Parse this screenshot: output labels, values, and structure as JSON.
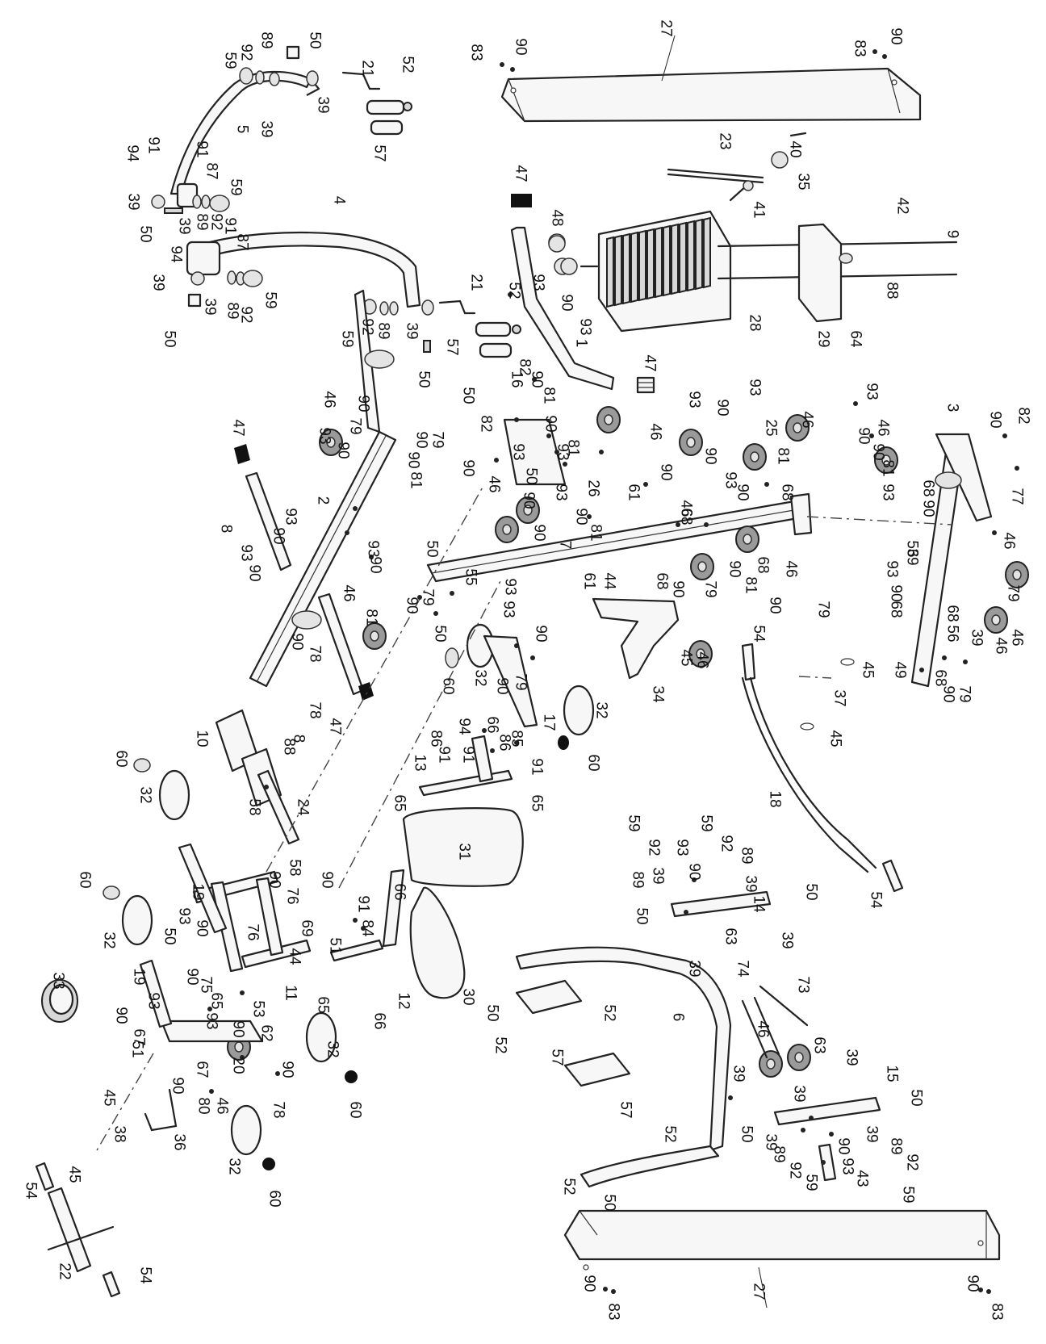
{
  "callouts": [
    {
      "id": "c-27-top",
      "text": "27"
    },
    {
      "id": "c-90-tr",
      "text": "90"
    },
    {
      "id": "c-83-tr",
      "text": "83"
    },
    {
      "id": "c-83-tl",
      "text": "83"
    },
    {
      "id": "c-90-tl",
      "text": "90"
    },
    {
      "id": "c-50-a",
      "text": "50"
    },
    {
      "id": "c-89-a",
      "text": "89"
    },
    {
      "id": "c-92-a",
      "text": "92"
    },
    {
      "id": "c-59-a",
      "text": "59"
    },
    {
      "id": "c-39-a",
      "text": "39"
    },
    {
      "id": "c-39-b",
      "text": "39"
    },
    {
      "id": "c-5",
      "text": "5"
    },
    {
      "id": "c-94-a",
      "text": "94"
    },
    {
      "id": "c-91-a",
      "text": "91"
    },
    {
      "id": "c-91-b",
      "text": "91"
    },
    {
      "id": "c-87-a",
      "text": "87"
    },
    {
      "id": "c-59-b",
      "text": "59"
    },
    {
      "id": "c-39-c",
      "text": "39"
    },
    {
      "id": "c-50-b",
      "text": "50"
    },
    {
      "id": "c-39-d",
      "text": "39"
    },
    {
      "id": "c-89-b",
      "text": "89"
    },
    {
      "id": "c-92-b",
      "text": "92"
    },
    {
      "id": "c-91-c",
      "text": "91"
    },
    {
      "id": "c-87-b",
      "text": "87"
    },
    {
      "id": "c-94-b",
      "text": "94"
    },
    {
      "id": "c-39-e",
      "text": "39"
    },
    {
      "id": "c-50-c",
      "text": "50"
    },
    {
      "id": "c-39-f",
      "text": "39"
    },
    {
      "id": "c-89-c",
      "text": "89"
    },
    {
      "id": "c-92-c",
      "text": "92"
    },
    {
      "id": "c-59-c",
      "text": "59"
    },
    {
      "id": "c-4",
      "text": "4"
    },
    {
      "id": "c-59-d",
      "text": "59"
    },
    {
      "id": "c-92-d",
      "text": "92"
    },
    {
      "id": "c-89-d",
      "text": "89"
    },
    {
      "id": "c-39-g",
      "text": "39"
    },
    {
      "id": "c-50-d",
      "text": "50"
    },
    {
      "id": "c-21-a",
      "text": "21"
    },
    {
      "id": "c-52-a",
      "text": "52"
    },
    {
      "id": "c-57-a",
      "text": "57"
    },
    {
      "id": "c-47-a",
      "text": "47"
    },
    {
      "id": "c-23",
      "text": "23"
    },
    {
      "id": "c-40",
      "text": "40"
    },
    {
      "id": "c-35",
      "text": "35"
    },
    {
      "id": "c-41",
      "text": "41"
    },
    {
      "id": "c-42",
      "text": "42"
    },
    {
      "id": "c-9",
      "text": "9"
    },
    {
      "id": "c-48",
      "text": "48"
    },
    {
      "id": "c-28",
      "text": "28"
    },
    {
      "id": "c-29",
      "text": "29"
    },
    {
      "id": "c-64",
      "text": "64"
    },
    {
      "id": "c-88-a",
      "text": "88"
    },
    {
      "id": "c-21-b",
      "text": "21"
    },
    {
      "id": "c-52-b",
      "text": "52"
    },
    {
      "id": "c-57-b",
      "text": "57"
    },
    {
      "id": "c-93-a",
      "text": "93"
    },
    {
      "id": "c-90-a",
      "text": "90"
    },
    {
      "id": "c-93-b",
      "text": "93"
    },
    {
      "id": "c-1",
      "text": "1"
    },
    {
      "id": "c-82-a",
      "text": "82"
    },
    {
      "id": "c-90-b",
      "text": "90"
    },
    {
      "id": "c-81-a",
      "text": "81"
    },
    {
      "id": "c-47-b",
      "text": "47"
    },
    {
      "id": "c-46-a",
      "text": "46"
    },
    {
      "id": "c-90-c",
      "text": "90"
    },
    {
      "id": "c-79-a",
      "text": "79"
    },
    {
      "id": "c-93-c",
      "text": "93"
    },
    {
      "id": "c-90-d",
      "text": "90"
    },
    {
      "id": "c-47-c",
      "text": "47"
    },
    {
      "id": "c-2",
      "text": "2"
    },
    {
      "id": "c-90-e",
      "text": "90"
    },
    {
      "id": "c-79-b",
      "text": "79"
    },
    {
      "id": "c-90-f",
      "text": "90"
    },
    {
      "id": "c-81-b",
      "text": "81"
    },
    {
      "id": "c-8-a",
      "text": "8"
    },
    {
      "id": "c-93-d",
      "text": "93"
    },
    {
      "id": "c-90-g",
      "text": "90"
    },
    {
      "id": "c-93-e",
      "text": "93"
    },
    {
      "id": "c-90-h",
      "text": "90"
    },
    {
      "id": "c-50-e",
      "text": "50"
    },
    {
      "id": "c-16",
      "text": "16"
    },
    {
      "id": "c-82-b",
      "text": "82"
    },
    {
      "id": "c-90-i",
      "text": "90"
    },
    {
      "id": "c-93-f",
      "text": "93"
    },
    {
      "id": "c-90-j",
      "text": "90"
    },
    {
      "id": "c-81-c",
      "text": "81"
    },
    {
      "id": "c-50-f",
      "text": "50"
    },
    {
      "id": "c-90-k",
      "text": "90"
    },
    {
      "id": "c-93-g",
      "text": "93"
    },
    {
      "id": "c-46-b",
      "text": "46"
    },
    {
      "id": "c-46-c",
      "text": "46"
    },
    {
      "id": "c-26",
      "text": "26"
    },
    {
      "id": "c-61-a",
      "text": "61"
    },
    {
      "id": "c-81-d",
      "text": "81"
    },
    {
      "id": "c-90-l",
      "text": "90"
    },
    {
      "id": "c-93-h",
      "text": "93"
    },
    {
      "id": "c-90-m",
      "text": "90"
    },
    {
      "id": "c-93-i",
      "text": "93"
    },
    {
      "id": "c-90-n",
      "text": "90"
    },
    {
      "id": "c-25",
      "text": "25"
    },
    {
      "id": "c-93-j",
      "text": "93"
    },
    {
      "id": "c-90-o",
      "text": "90"
    },
    {
      "id": "c-81-e",
      "text": "81"
    },
    {
      "id": "c-46-d",
      "text": "46"
    },
    {
      "id": "c-90-p",
      "text": "90"
    },
    {
      "id": "c-68-a",
      "text": "68"
    },
    {
      "id": "c-46-e",
      "text": "46"
    },
    {
      "id": "c-93-k",
      "text": "93"
    },
    {
      "id": "c-90-q",
      "text": "90"
    },
    {
      "id": "c-68-b",
      "text": "68"
    },
    {
      "id": "c-68-c",
      "text": "68"
    },
    {
      "id": "c-90-r",
      "text": "90"
    },
    {
      "id": "c-79-c",
      "text": "79"
    },
    {
      "id": "c-46-f",
      "text": "46"
    },
    {
      "id": "c-7",
      "text": "7"
    },
    {
      "id": "c-61-b",
      "text": "61"
    },
    {
      "id": "c-44-a",
      "text": "44"
    },
    {
      "id": "c-90-s",
      "text": "90"
    },
    {
      "id": "c-81-f",
      "text": "81"
    },
    {
      "id": "c-68-d",
      "text": "68"
    },
    {
      "id": "c-46-g",
      "text": "46"
    },
    {
      "id": "c-90-t",
      "text": "90"
    },
    {
      "id": "c-79-d",
      "text": "79"
    },
    {
      "id": "c-3",
      "text": "3"
    },
    {
      "id": "c-82-c",
      "text": "82"
    },
    {
      "id": "c-90-u",
      "text": "90"
    },
    {
      "id": "c-90-v",
      "text": "90"
    },
    {
      "id": "c-81-g",
      "text": "81"
    },
    {
      "id": "c-46-h",
      "text": "46"
    },
    {
      "id": "c-90-w",
      "text": "90"
    },
    {
      "id": "c-93-l",
      "text": "93"
    },
    {
      "id": "c-46-i",
      "text": "46"
    },
    {
      "id": "c-93-m",
      "text": "93"
    },
    {
      "id": "c-68-e",
      "text": "68"
    },
    {
      "id": "c-77",
      "text": "77"
    },
    {
      "id": "c-90-x",
      "text": "90"
    },
    {
      "id": "c-56-a",
      "text": "56"
    },
    {
      "id": "c-39-h",
      "text": "39"
    },
    {
      "id": "c-93-n",
      "text": "93"
    },
    {
      "id": "c-90-y",
      "text": "90"
    },
    {
      "id": "c-68-f",
      "text": "68"
    },
    {
      "id": "c-79-e",
      "text": "79"
    },
    {
      "id": "c-46-j",
      "text": "46"
    },
    {
      "id": "c-68-g",
      "text": "68"
    },
    {
      "id": "c-39-i",
      "text": "39"
    },
    {
      "id": "c-56-b",
      "text": "56"
    },
    {
      "id": "c-46-k",
      "text": "46"
    },
    {
      "id": "c-49",
      "text": "49"
    },
    {
      "id": "c-68-h",
      "text": "68"
    },
    {
      "id": "c-90-z",
      "text": "90"
    },
    {
      "id": "c-79-f",
      "text": "79"
    },
    {
      "id": "c-50-g",
      "text": "50"
    },
    {
      "id": "c-55",
      "text": "55"
    },
    {
      "id": "c-93-o",
      "text": "93"
    },
    {
      "id": "c-90-aa",
      "text": "90"
    },
    {
      "id": "c-79-g",
      "text": "79"
    },
    {
      "id": "c-93-p",
      "text": "93"
    },
    {
      "id": "c-90-ab",
      "text": "90"
    },
    {
      "id": "c-46-l",
      "text": "46"
    },
    {
      "id": "c-81-h",
      "text": "81"
    },
    {
      "id": "c-90-ac",
      "text": "90"
    },
    {
      "id": "c-78-a",
      "text": "78"
    },
    {
      "id": "c-78-b",
      "text": "78"
    },
    {
      "id": "c-8-b",
      "text": "8"
    },
    {
      "id": "c-47-d",
      "text": "47"
    },
    {
      "id": "c-50-h",
      "text": "50"
    },
    {
      "id": "c-60-a",
      "text": "60"
    },
    {
      "id": "c-32-a",
      "text": "32"
    },
    {
      "id": "c-90-ad",
      "text": "90"
    },
    {
      "id": "c-90-ae",
      "text": "90"
    },
    {
      "id": "c-79-h",
      "text": "79"
    },
    {
      "id": "c-17",
      "text": "17"
    },
    {
      "id": "c-93-q",
      "text": "93"
    },
    {
      "id": "c-32-b",
      "text": "32"
    },
    {
      "id": "c-60-b",
      "text": "60"
    },
    {
      "id": "c-34",
      "text": "34"
    },
    {
      "id": "c-45-a",
      "text": "45"
    },
    {
      "id": "c-54-a",
      "text": "54"
    },
    {
      "id": "c-45-b",
      "text": "45"
    },
    {
      "id": "c-37",
      "text": "37"
    },
    {
      "id": "c-45-c",
      "text": "45"
    },
    {
      "id": "c-18",
      "text": "18"
    },
    {
      "id": "c-54-b",
      "text": "54"
    },
    {
      "id": "c-10",
      "text": "10"
    },
    {
      "id": "c-88-b",
      "text": "88"
    },
    {
      "id": "c-60-c",
      "text": "60"
    },
    {
      "id": "c-32-c",
      "text": "32"
    },
    {
      "id": "c-58-a",
      "text": "58"
    },
    {
      "id": "c-24",
      "text": "24"
    },
    {
      "id": "c-58-b",
      "text": "58"
    },
    {
      "id": "c-13",
      "text": "13"
    },
    {
      "id": "c-86-a",
      "text": "86"
    },
    {
      "id": "c-91-d",
      "text": "91"
    },
    {
      "id": "c-94-c",
      "text": "94"
    },
    {
      "id": "c-91-e",
      "text": "91"
    },
    {
      "id": "c-66-a",
      "text": "66"
    },
    {
      "id": "c-86-b",
      "text": "86"
    },
    {
      "id": "c-85",
      "text": "85"
    },
    {
      "id": "c-91-f",
      "text": "91"
    },
    {
      "id": "c-65-a",
      "text": "65"
    },
    {
      "id": "c-65-b",
      "text": "65"
    },
    {
      "id": "c-31",
      "text": "31"
    },
    {
      "id": "c-66-b",
      "text": "66"
    },
    {
      "id": "c-91-g",
      "text": "91"
    },
    {
      "id": "c-84",
      "text": "84"
    },
    {
      "id": "c-51-a",
      "text": "51"
    },
    {
      "id": "c-30",
      "text": "30"
    },
    {
      "id": "c-12",
      "text": "12"
    },
    {
      "id": "c-66-c",
      "text": "66"
    },
    {
      "id": "c-65-c",
      "text": "65"
    },
    {
      "id": "c-44-b",
      "text": "44"
    },
    {
      "id": "c-69",
      "text": "69"
    },
    {
      "id": "c-11",
      "text": "11"
    },
    {
      "id": "c-90-af",
      "text": "90"
    },
    {
      "id": "c-76-a",
      "text": "76"
    },
    {
      "id": "c-76-b",
      "text": "76"
    },
    {
      "id": "c-90-ag",
      "text": "90"
    },
    {
      "id": "c-19-a",
      "text": "19"
    },
    {
      "id": "c-60-d",
      "text": "60"
    },
    {
      "id": "c-93-r",
      "text": "93"
    },
    {
      "id": "c-90-ah",
      "text": "90"
    },
    {
      "id": "c-50-i",
      "text": "50"
    },
    {
      "id": "c-32-d",
      "text": "32"
    },
    {
      "id": "c-19-b",
      "text": "19"
    },
    {
      "id": "c-90-ai",
      "text": "90"
    },
    {
      "id": "c-75",
      "text": "75"
    },
    {
      "id": "c-33",
      "text": "33"
    },
    {
      "id": "c-93-s",
      "text": "93"
    },
    {
      "id": "c-90-aj",
      "text": "90"
    },
    {
      "id": "c-65-d",
      "text": "65"
    },
    {
      "id": "c-93-t",
      "text": "93"
    },
    {
      "id": "c-53",
      "text": "53"
    },
    {
      "id": "c-90-ak",
      "text": "90"
    },
    {
      "id": "c-62",
      "text": "62"
    },
    {
      "id": "c-67-a",
      "text": "67"
    },
    {
      "id": "c-51-b",
      "text": "51"
    },
    {
      "id": "c-20",
      "text": "20"
    },
    {
      "id": "c-90-al",
      "text": "90"
    },
    {
      "id": "c-78-c",
      "text": "78"
    },
    {
      "id": "c-67-b",
      "text": "67"
    },
    {
      "id": "c-32-e",
      "text": "32"
    },
    {
      "id": "c-45-d",
      "text": "45"
    },
    {
      "id": "c-90-am",
      "text": "90"
    },
    {
      "id": "c-80",
      "text": "80"
    },
    {
      "id": "c-46-m",
      "text": "46"
    },
    {
      "id": "c-60-e",
      "text": "60"
    },
    {
      "id": "c-38",
      "text": "38"
    },
    {
      "id": "c-36",
      "text": "36"
    },
    {
      "id": "c-32-f",
      "text": "32"
    },
    {
      "id": "c-60-f",
      "text": "60"
    },
    {
      "id": "c-54-c",
      "text": "54"
    },
    {
      "id": "c-45-e",
      "text": "45"
    },
    {
      "id": "c-22",
      "text": "22"
    },
    {
      "id": "c-54-d",
      "text": "54"
    },
    {
      "id": "c-59-e",
      "text": "59"
    },
    {
      "id": "c-92-e",
      "text": "92"
    },
    {
      "id": "c-59-f",
      "text": "59"
    },
    {
      "id": "c-92-f",
      "text": "92"
    },
    {
      "id": "c-93-u",
      "text": "93"
    },
    {
      "id": "c-89-e",
      "text": "89"
    },
    {
      "id": "c-89-f",
      "text": "89"
    },
    {
      "id": "c-39-j",
      "text": "39"
    },
    {
      "id": "c-90-an",
      "text": "90"
    },
    {
      "id": "c-39-k",
      "text": "39"
    },
    {
      "id": "c-14",
      "text": "14"
    },
    {
      "id": "c-50-j",
      "text": "50"
    },
    {
      "id": "c-50-k",
      "text": "50"
    },
    {
      "id": "c-63-a",
      "text": "63"
    },
    {
      "id": "c-39-l",
      "text": "39"
    },
    {
      "id": "c-39-m",
      "text": "39"
    },
    {
      "id": "c-74",
      "text": "74"
    },
    {
      "id": "c-73",
      "text": "73"
    },
    {
      "id": "c-50-l",
      "text": "50"
    },
    {
      "id": "c-52-c",
      "text": "52"
    },
    {
      "id": "c-6",
      "text": "6"
    },
    {
      "id": "c-46-n",
      "text": "46"
    },
    {
      "id": "c-63-b",
      "text": "63"
    },
    {
      "id": "c-39-n",
      "text": "39"
    },
    {
      "id": "c-52-d",
      "text": "52"
    },
    {
      "id": "c-57-c",
      "text": "57"
    },
    {
      "id": "c-39-o",
      "text": "39"
    },
    {
      "id": "c-15",
      "text": "15"
    },
    {
      "id": "c-39-p",
      "text": "39"
    },
    {
      "id": "c-50-m",
      "text": "50"
    },
    {
      "id": "c-57-d",
      "text": "57"
    },
    {
      "id": "c-52-e",
      "text": "52"
    },
    {
      "id": "c-50-n",
      "text": "50"
    },
    {
      "id": "c-39-q",
      "text": "39"
    },
    {
      "id": "c-89-g",
      "text": "89"
    },
    {
      "id": "c-92-g",
      "text": "92"
    },
    {
      "id": "c-59-g",
      "text": "59"
    },
    {
      "id": "c-90-ao",
      "text": "90"
    },
    {
      "id": "c-93-v",
      "text": "93"
    },
    {
      "id": "c-43",
      "text": "43"
    },
    {
      "id": "c-89-h",
      "text": "89"
    },
    {
      "id": "c-92-h",
      "text": "92"
    },
    {
      "id": "c-39-r",
      "text": "39"
    },
    {
      "id": "c-59-h",
      "text": "59"
    },
    {
      "id": "c-52-f",
      "text": "52"
    },
    {
      "id": "c-50-o",
      "text": "50"
    },
    {
      "id": "c-27-bot",
      "text": "27"
    },
    {
      "id": "c-90-bl",
      "text": "90"
    },
    {
      "id": "c-83-bl",
      "text": "83"
    },
    {
      "id": "c-90-br",
      "text": "90"
    },
    {
      "id": "c-83-br",
      "text": "83"
    }
  ]
}
